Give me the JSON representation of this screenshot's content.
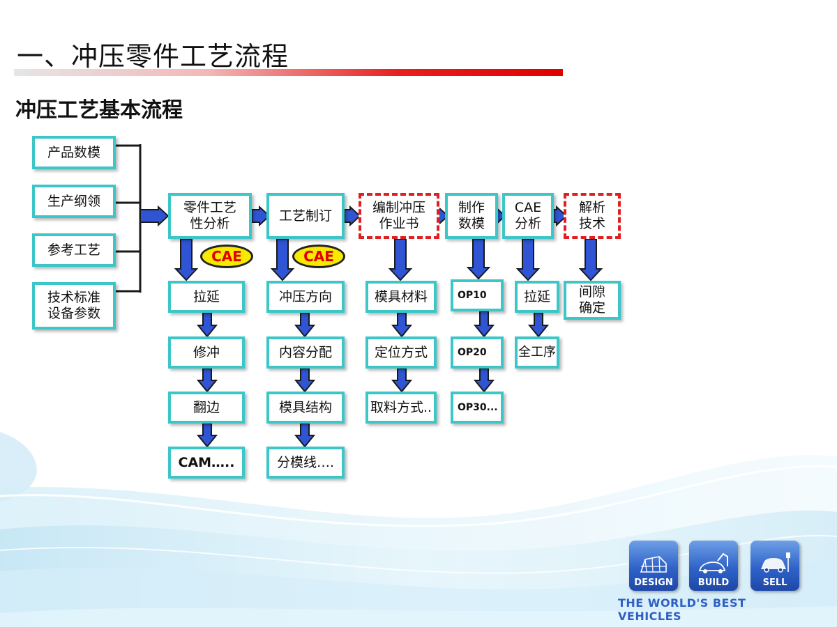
{
  "header": {
    "title": "一、冲压零件工艺流程",
    "subtitle": "冲压工艺基本流程"
  },
  "inputs": [
    "产品数模",
    "生产纲领",
    "参考工艺",
    "技术标准\n设备参数"
  ],
  "stages": [
    {
      "label": "零件工艺\n性分析",
      "subs": [
        "拉延",
        "修冲",
        "翻边",
        "CAM….."
      ]
    },
    {
      "label": "工艺制订",
      "subs": [
        "冲压方向",
        "内容分配",
        "模具结构",
        "分模线…."
      ]
    },
    {
      "label": "编制冲压\n作业书",
      "subs": [
        "模具材料",
        "定位方式",
        "取料方式.."
      ]
    },
    {
      "label": "制作\n数模",
      "subs": [
        "OP10",
        "OP20",
        "OP30..."
      ]
    },
    {
      "label": "CAE\n分析",
      "subs": [
        "拉延",
        "全工序"
      ]
    },
    {
      "label": "解析\n技术",
      "subs": [
        "间隙\n确定"
      ]
    }
  ],
  "badges": [
    "CAE",
    "CAE"
  ],
  "logo": {
    "tiles": [
      "DESIGN",
      "BUILD",
      "SELL"
    ],
    "tagline": "THE WORLD'S BEST VEHICLES"
  },
  "colors": {
    "box_border": "#3cc6c8",
    "dashed_border": "#e02020",
    "arrow_fill": "#2f55d4",
    "arrow_outline": "#1a1a1a",
    "title_bar": "#e00000",
    "badge_fill": "#f7ea00",
    "badge_text": "#e00000",
    "logo_blue": "#2f63c9"
  }
}
